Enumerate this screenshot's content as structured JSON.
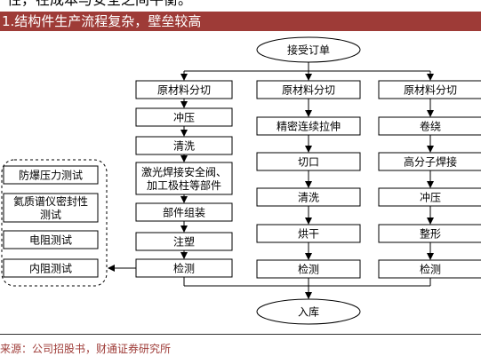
{
  "header": {
    "top_fragment": "性，在成本与安全之间平衡。",
    "title": "1.结构件生产流程复杂，壁垒较高"
  },
  "diagram": {
    "start": "接受订单",
    "end": "入库",
    "col1": [
      "原材料分切",
      "冲压",
      "清洗",
      "激光焊接安全阀、|加工极柱等部件",
      "部件组装",
      "注塑",
      "检测"
    ],
    "col2": [
      "原材料分切",
      "精密连续拉伸",
      "切口",
      "清洗",
      "烘干",
      "检测"
    ],
    "col3": [
      "原材料分切",
      "卷绕",
      "高分子焊接",
      "冲压",
      "整形",
      "检测"
    ],
    "tests": [
      "防爆压力测试",
      "氦质谱仪密封性|测试",
      "电阻测试",
      "内阻测试"
    ]
  },
  "footer": {
    "source": "来源：公司招股书，财通证券研究所"
  }
}
